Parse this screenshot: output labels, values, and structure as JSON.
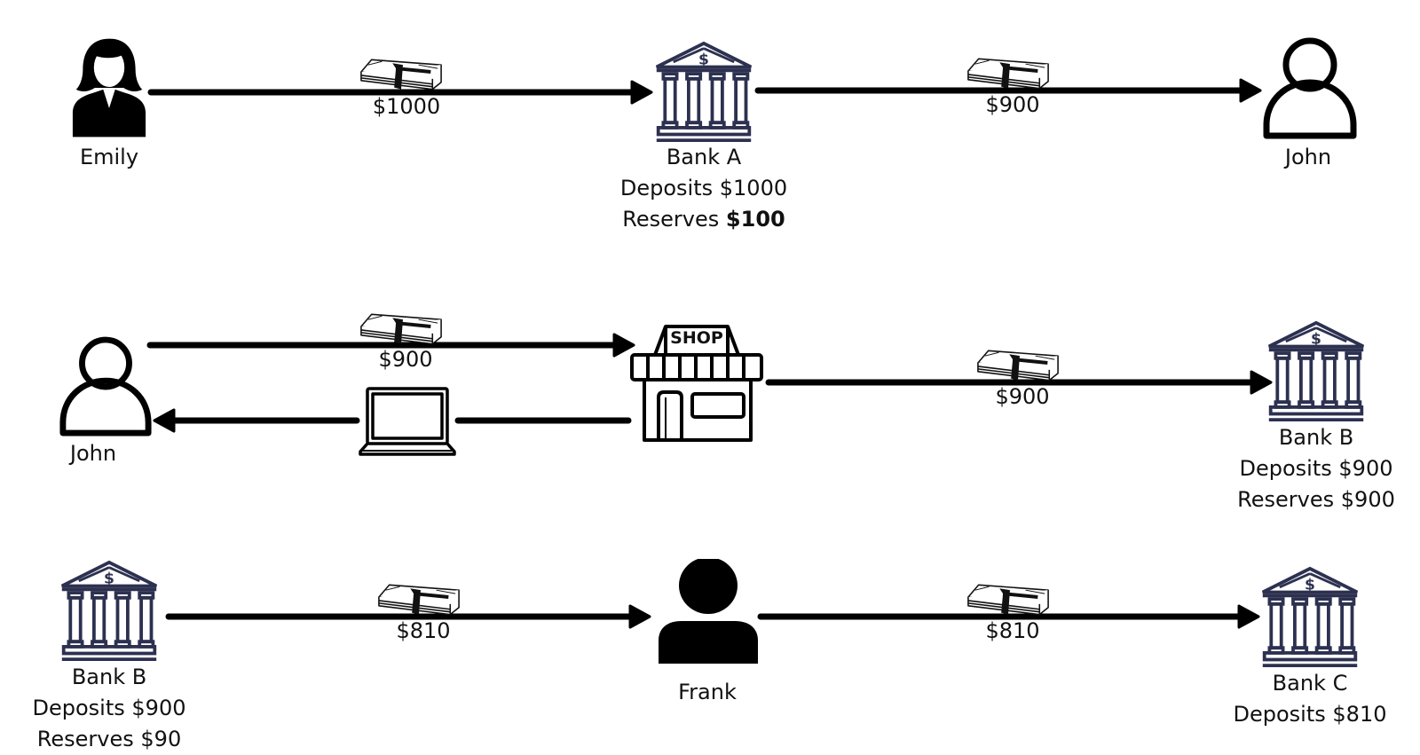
{
  "colors": {
    "bank_icon": "#2d3150",
    "arrow": "#000000",
    "text": "#111111"
  },
  "rows": [
    {
      "nodes": [
        {
          "name": "Emily",
          "icon": "woman-person-icon"
        },
        {
          "name": "Bank A",
          "icon": "bank-icon",
          "deposits_label": "Deposits",
          "deposits": "$1000",
          "reserves_label": "Reserves",
          "reserves": "$100",
          "reserves_bold": true
        },
        {
          "name": "John",
          "icon": "person-outline-icon"
        }
      ],
      "transfers": [
        {
          "from": "Emily",
          "to": "Bank A",
          "amount": "$1000",
          "icon": "money-stack-icon"
        },
        {
          "from": "Bank A",
          "to": "John",
          "amount": "$900",
          "icon": "money-stack-icon"
        }
      ]
    },
    {
      "nodes": [
        {
          "name": "John",
          "icon": "person-outline-icon"
        },
        {
          "name": "SHOP",
          "icon": "shop-icon"
        },
        {
          "name": "Bank B",
          "icon": "bank-icon",
          "deposits_label": "Deposits",
          "deposits": "$900",
          "reserves_label": "Reserves",
          "reserves": "$900"
        }
      ],
      "transfers": [
        {
          "from": "John",
          "to": "SHOP",
          "amount": "$900",
          "icon": "money-stack-icon"
        },
        {
          "from": "SHOP",
          "to": "John",
          "item": "laptop",
          "icon": "laptop-icon"
        },
        {
          "from": "SHOP",
          "to": "Bank B",
          "amount": "$900",
          "icon": "money-stack-icon"
        }
      ]
    },
    {
      "nodes": [
        {
          "name": "Bank B",
          "icon": "bank-icon",
          "deposits_label": "Deposits",
          "deposits": "$900",
          "reserves_label": "Reserves",
          "reserves": "$90"
        },
        {
          "name": "Frank",
          "icon": "person-filled-icon"
        },
        {
          "name": "Bank C",
          "icon": "bank-icon",
          "deposits_label": "Deposits",
          "deposits": "$810"
        }
      ],
      "transfers": [
        {
          "from": "Bank B",
          "to": "Frank",
          "amount": "$810",
          "icon": "money-stack-icon"
        },
        {
          "from": "Frank",
          "to": "Bank C",
          "amount": "$810",
          "icon": "money-stack-icon"
        }
      ]
    }
  ]
}
